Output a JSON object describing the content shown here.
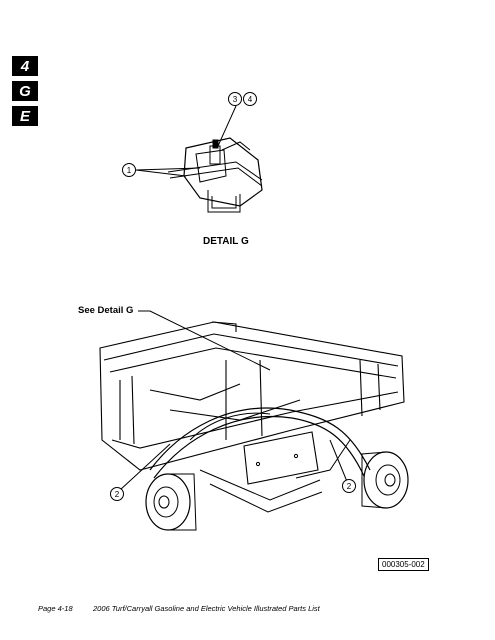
{
  "section_tabs": [
    "4",
    "G",
    "E"
  ],
  "detail": {
    "title": "DETAIL G",
    "callouts": [
      "3",
      "4",
      "1"
    ]
  },
  "main_figure": {
    "see_detail_label": "See Detail G",
    "callouts": [
      "2",
      "2"
    ]
  },
  "figure_id": "000305-002",
  "footer": {
    "page": "Page 4-18",
    "title": "2006 Turf/Carryall Gasoline and Electric Vehicle Illustrated Parts List"
  }
}
